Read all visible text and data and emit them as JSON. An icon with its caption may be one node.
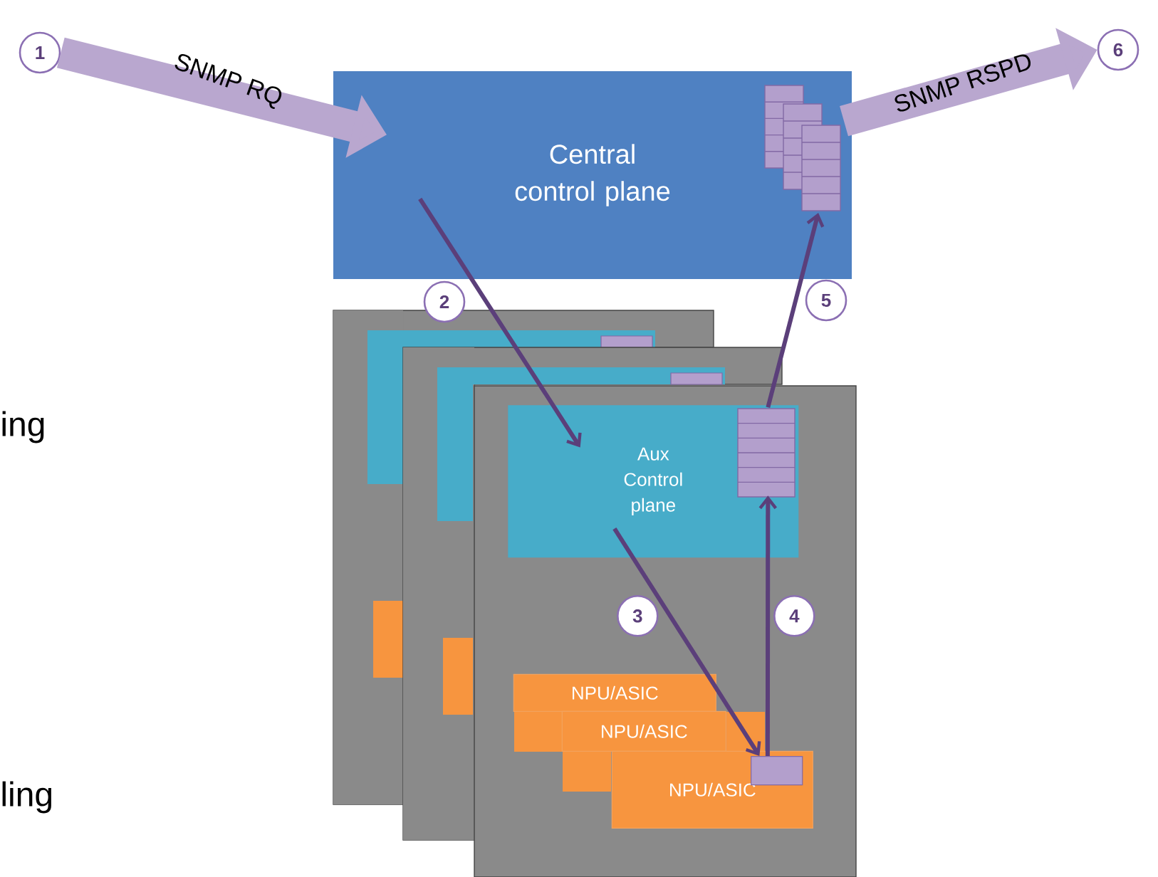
{
  "diagram": {
    "nodes": [
      {
        "text": [
          "1"
        ]
      },
      {
        "text": [
          "Central control plane"
        ]
      },
      {
        "text": [],
        "shape": "box",
        "in": 1
      },
      {
        "text": [
          "6"
        ]
      },
      {
        "text": [],
        "shape": "box"
      },
      {
        "text": [],
        "shape": "box"
      },
      {
        "text": [],
        "shape": "box"
      },
      {
        "text": [
          "Aux Control plane"
        ],
        "in": 6
      },
      {
        "text": [],
        "shape": "box",
        "in": 7
      },
      {
        "text": [
          "2"
        ]
      },
      {
        "text": [
          "3"
        ],
        "in": 6
      },
      {
        "text": [
          "4"
        ],
        "in": 6
      },
      {
        "text": [
          "5"
        ]
      },
      {
        "text": [
          "NPU/ASIC"
        ],
        "in": 6
      },
      {
        "text": [
          "NPU/ASIC"
        ],
        "in": 6
      },
      {
        "text": [
          "NPU/ASIC"
        ],
        "in": 6
      },
      {
        "text": [],
        "shape": "box",
        "in": 15
      }
    ],
    "edges": [
      {
        "from": 0,
        "to": 1,
        "arrow": "to",
        "label": "SNMP RQ",
        "style": "thick",
        "color": "#b9a7cf"
      },
      {
        "from": 2,
        "to": 3,
        "arrow": "to",
        "label": "SNMP RSPD",
        "style": "thick",
        "color": "#b9a7cf"
      },
      {
        "from": 1,
        "to": 7,
        "arrow": "to"
      },
      {
        "from": 7,
        "to": 16,
        "arrow": "to"
      },
      {
        "from": 16,
        "to": 8,
        "arrow": "to"
      },
      {
        "from": 8,
        "to": 2,
        "arrow": "to"
      }
    ],
    "labels": [
      "ing",
      "ling"
    ]
  }
}
